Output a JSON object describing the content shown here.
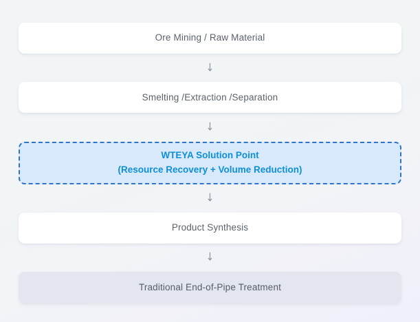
{
  "diagram": {
    "type": "vertical-flowchart",
    "background_colors": {
      "top": "#f1f5f6",
      "bottom": "#f0f0fa"
    },
    "connector_glyph": "↓",
    "nodes": [
      {
        "id": "ore-mining",
        "label": "Ore Mining / Raw Material",
        "style": "default",
        "background": "#ffffff",
        "text_color": "#5a626d"
      },
      {
        "id": "smelting",
        "label": "Smelting /Extraction /Separation",
        "style": "default",
        "background": "#ffffff",
        "text_color": "#5a626d"
      },
      {
        "id": "wteya-solution-point",
        "title": "WTEYA Solution Point",
        "subtitle": "(Resource Recovery + Volume Reduction)",
        "style": "highlight",
        "background": "#d8e9fc",
        "border_color": "#2f74c8",
        "text_color": "#0e8fd8"
      },
      {
        "id": "product-synthesis",
        "label": "Product Synthesis",
        "style": "default",
        "background": "#ffffff",
        "text_color": "#5a626d"
      },
      {
        "id": "traditional-treatment",
        "label": "Traditional End-of-Pipe Treatment",
        "style": "muted",
        "background": "#e3e6ee",
        "text_color": "#555d68"
      }
    ]
  }
}
